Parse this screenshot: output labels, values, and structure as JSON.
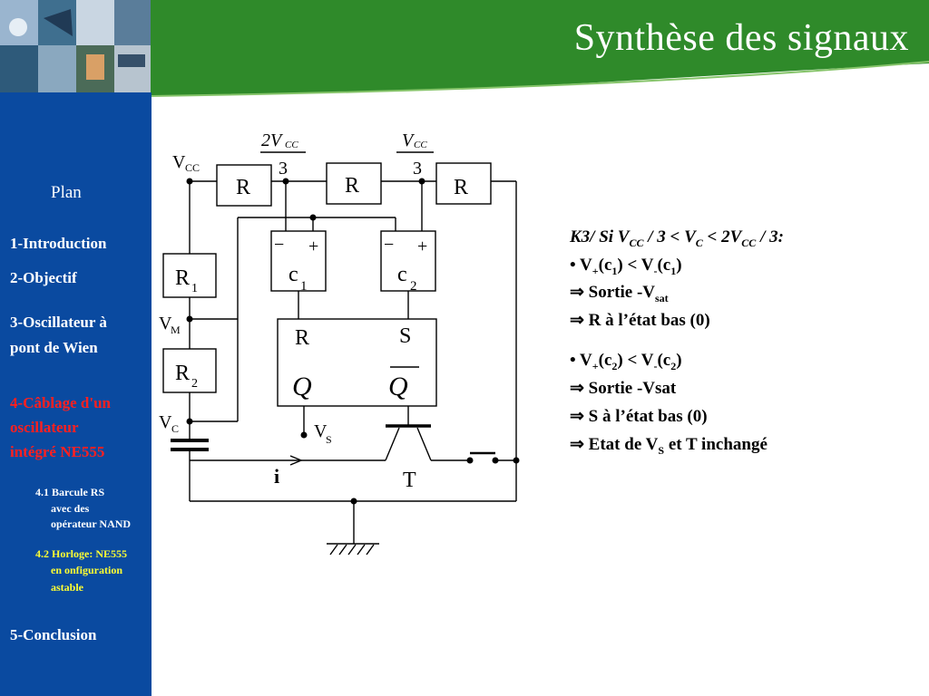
{
  "header": {
    "title": "Synthèse des signaux"
  },
  "sidebar": {
    "plan": "Plan",
    "items": [
      "1-Introduction",
      "2-Objectif",
      "3-Oscillateur à",
      "pont de Wien",
      "4-Câblage d'un",
      "oscillateur",
      "intégré NE555",
      "5-Conclusion"
    ],
    "sub1": [
      "4.1 Barcule RS",
      "avec des",
      "opérateur NAND"
    ],
    "sub2": [
      "4.2 Horloge: NE555",
      "en onfiguration",
      "astable"
    ]
  },
  "circuit": {
    "vcc": "V",
    "vcc_sub": "CC",
    "frac1_num": "2V",
    "frac1_sub": "CC",
    "frac_den": "3",
    "frac2_num": "V",
    "frac2_sub": "CC",
    "r": "R",
    "r1": "R",
    "r1_sub": "1",
    "r2": "R",
    "r2_sub": "2",
    "vm": "V",
    "vm_sub": "M",
    "vc": "V",
    "vc_sub": "C",
    "c1": "c",
    "c1_sub": "1",
    "c2": "c",
    "c2_sub": "2",
    "minus": "−",
    "plus": "+",
    "ff_r": "R",
    "ff_s": "S",
    "q": "Q",
    "vs": "V",
    "vs_sub": "S",
    "i": "i",
    "t": "T"
  },
  "text": {
    "l1": {
      "a": "K3/ Si V",
      "b": "CC",
      "c": " / 3 < V",
      "d": "C",
      "e": " < 2V",
      "f": "CC",
      "g": " / 3:"
    },
    "l2": {
      "a": "• V",
      "b": "+",
      "c": "(c",
      "d": "1",
      "e": ") < V",
      "f": "-",
      "g": "(c",
      "h": "1",
      "i": ")"
    },
    "l3": {
      "a": "⇒ Sortie -V",
      "b": "sat"
    },
    "l4": "⇒ R à l’état bas (0)",
    "l5": {
      "a": "• V",
      "b": "+",
      "c": "(c",
      "d": "2",
      "e": ") < V",
      "f": "-",
      "g": "(c",
      "h": "2",
      "i": ")"
    },
    "l6": "⇒ Sortie -Vsat",
    "l7": "⇒ S à l’état bas (0)",
    "l8": {
      "a": "⇒ Etat de V",
      "b": "S",
      "c": " et T inchangé"
    }
  },
  "colors": {
    "sidebar": "#0a4aa0",
    "header_green": "#2f8a2a",
    "active_item": "#ff2020",
    "sub_item": "#ffff33"
  }
}
